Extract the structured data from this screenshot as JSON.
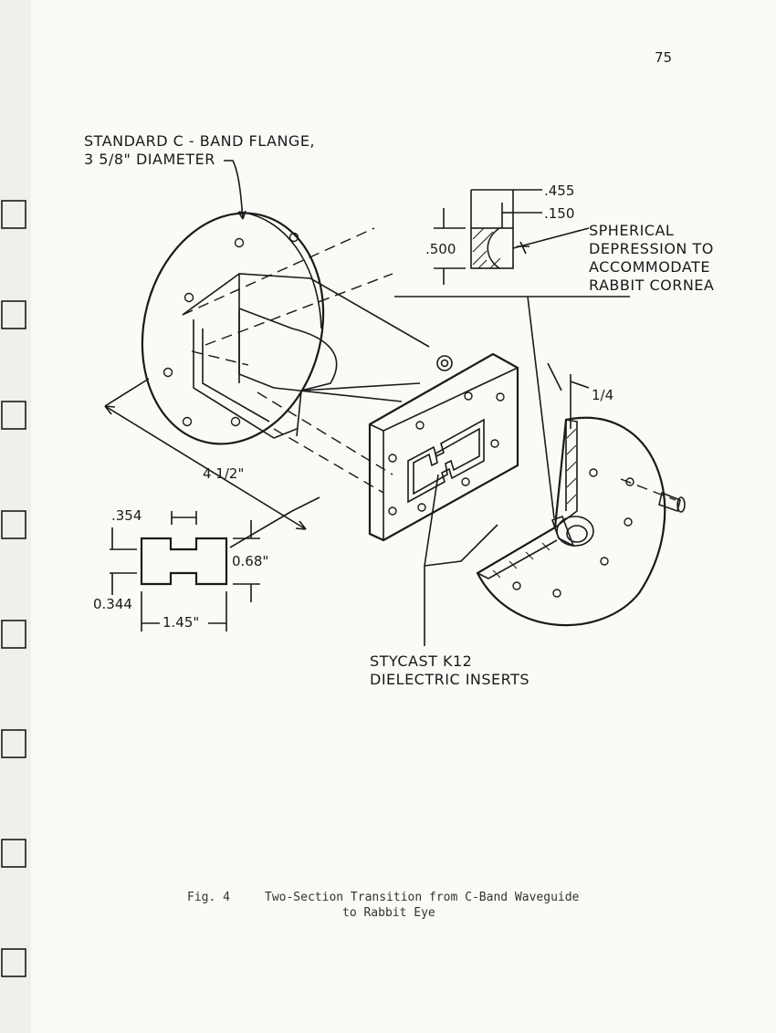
{
  "page_number": "75",
  "labels": {
    "flange_line1": "STANDARD  C - BAND FLANGE,",
    "flange_line2": "3 5/8\" DIAMETER",
    "spherical_line1": "SPHERICAL",
    "spherical_line2": "DEPRESSION TO",
    "spherical_line3": "ACCOMMODATE",
    "spherical_line4": "RABBIT CORNEA",
    "stycast_line1": "STYCAST  K12",
    "stycast_line2": "DIELECTRIC INSERTS"
  },
  "dimensions": {
    "d455": ".455",
    "d150": ".150",
    "d500": ".500",
    "quarter": "1/4",
    "length": "4 1/2\"",
    "d354": ".354",
    "d068": "0.68\"",
    "d0344": "0.344",
    "d145": "1.45\""
  },
  "caption": {
    "fig": "Fig. 4",
    "line1": "Two-Section Transition from C-Band Waveguide",
    "line2": "to Rabbit Eye"
  }
}
